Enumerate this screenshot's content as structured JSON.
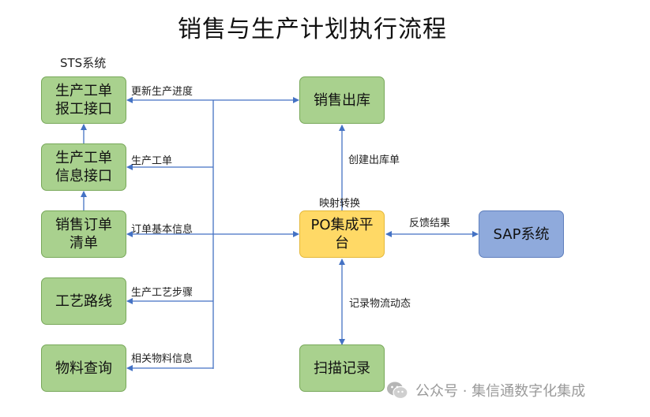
{
  "title": "销售与生产计划执行流程",
  "sts_label": "STS系统",
  "nodes": {
    "report": "生产工单\n报工接口",
    "info": "生产工单\n信息接口",
    "order": "销售订单\n清单",
    "route": "工艺路线",
    "material": "物料查询",
    "outbound": "销售出库",
    "po": "PO集成平\n台",
    "sap": "SAP系统",
    "scan": "扫描记录"
  },
  "edge_labels": {
    "update_progress": "更新生产进度",
    "work_order": "生产工单",
    "order_info": "订单基本信息",
    "process_steps": "生产工艺步骤",
    "material_info": "相关物料信息",
    "create_outbound": "创建出库单",
    "mapping": "映射转换",
    "feedback": "反馈结果",
    "logistics": "记录物流动态"
  },
  "colors": {
    "green": "#a9d18e",
    "yellow": "#ffd966",
    "blue": "#8faadc",
    "line": "#4472c4"
  },
  "watermark": {
    "icon": "wechat-icon",
    "text": "公众号 · 集信通数字化集成"
  }
}
